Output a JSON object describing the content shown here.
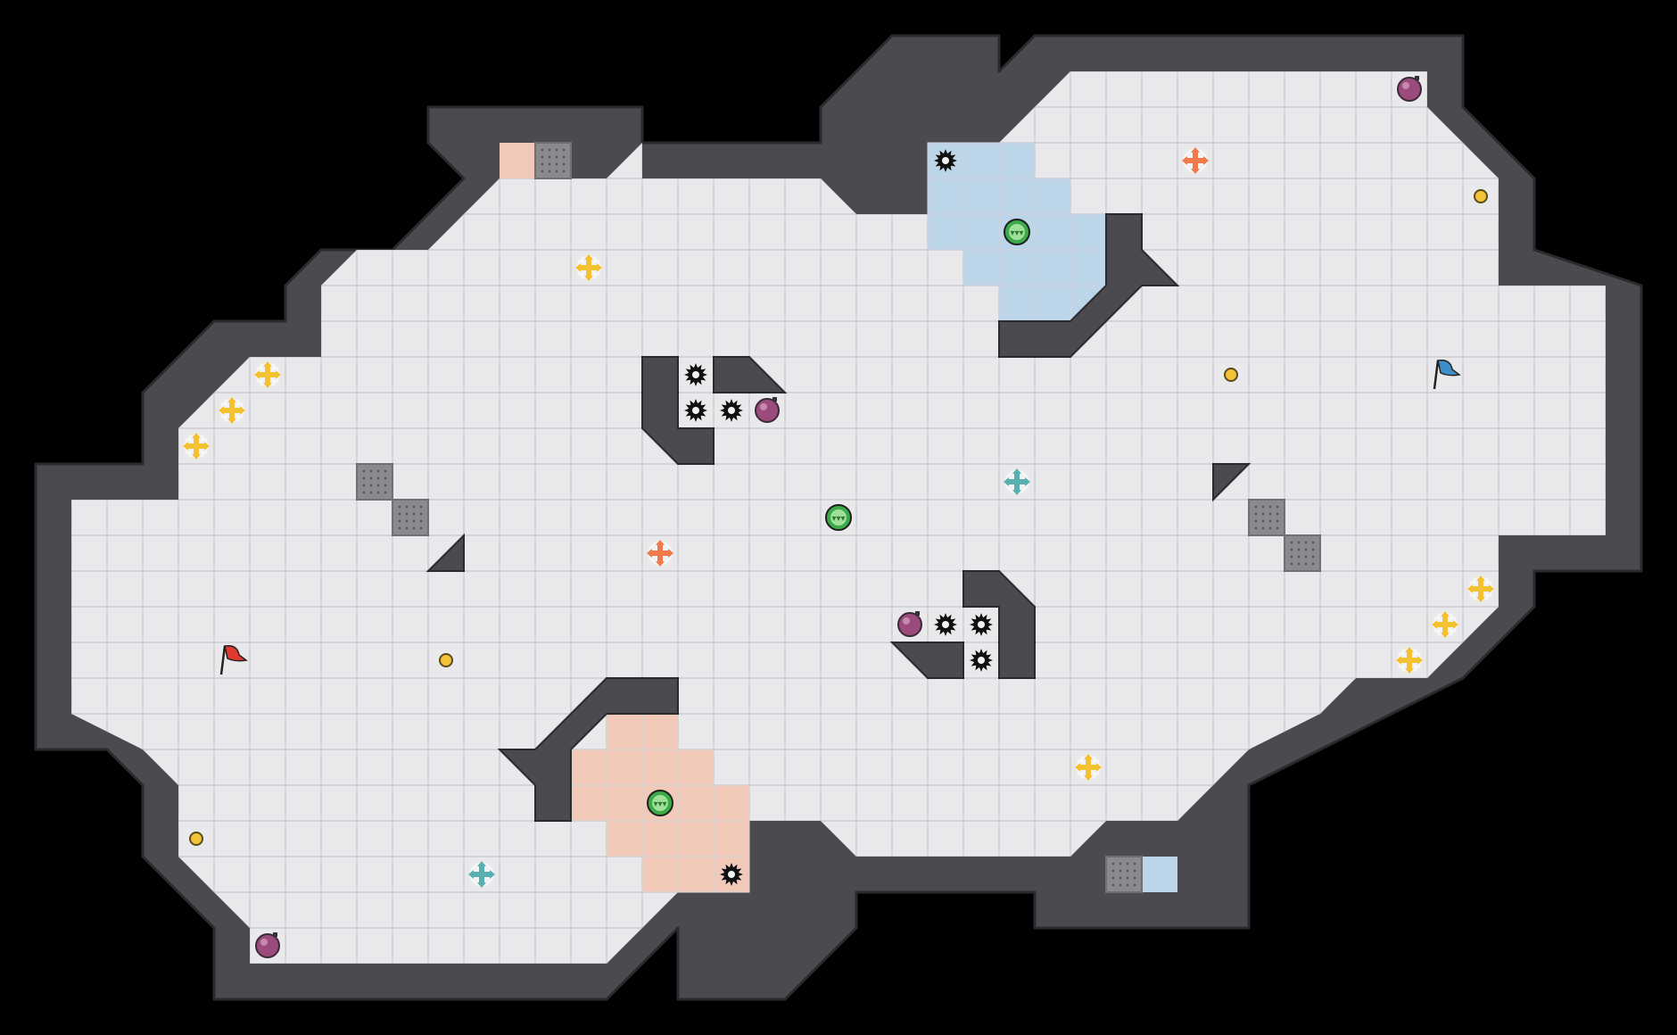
{
  "map": {
    "title": "",
    "colors": {
      "background": "#000000",
      "wall": "#4a4a4f",
      "wall_edge": "#2b2b2f",
      "floor": "#e9e9ec",
      "grid": "#d4d4d8",
      "red_team_zone": "#f0c9b8",
      "blue_team_zone": "#bcd5e8",
      "bomb": "#9b4a7c",
      "speed_pad": "#3daa4a",
      "red_flag": "#e03a2f",
      "blue_flag": "#3e8fc9",
      "boost_yellow": "#f3c233",
      "boost_red": "#f07a4a",
      "boost_teal": "#58b0b0",
      "powerup": "#f2c237",
      "gate": "#8a8a8f"
    },
    "flags": [
      {
        "team": "red",
        "icon": "red-flag-icon"
      },
      {
        "team": "blue",
        "icon": "blue-flag-icon"
      }
    ],
    "legend": {
      "spike": "spike-icon",
      "bomb": "bomb-icon",
      "speed_pad": "speed-pad-icon",
      "boost": "boost-icon",
      "powerup": "powerup-icon",
      "gate": "gate-tile"
    }
  }
}
